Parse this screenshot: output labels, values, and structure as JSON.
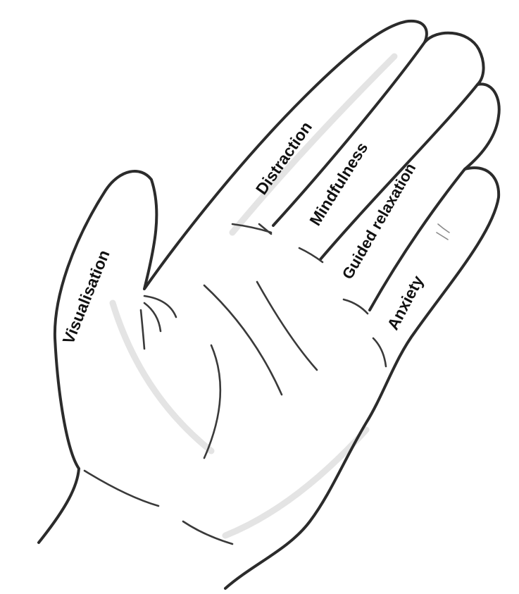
{
  "labels": {
    "thumb": "Visualisation",
    "index": "Distraction",
    "middle": "Mindfulness",
    "ring": "Guided relaxation",
    "little": "Anxiety"
  },
  "colors": {
    "ink": "#2b2b2b",
    "paper": "#ffffff",
    "text": "#111111"
  }
}
